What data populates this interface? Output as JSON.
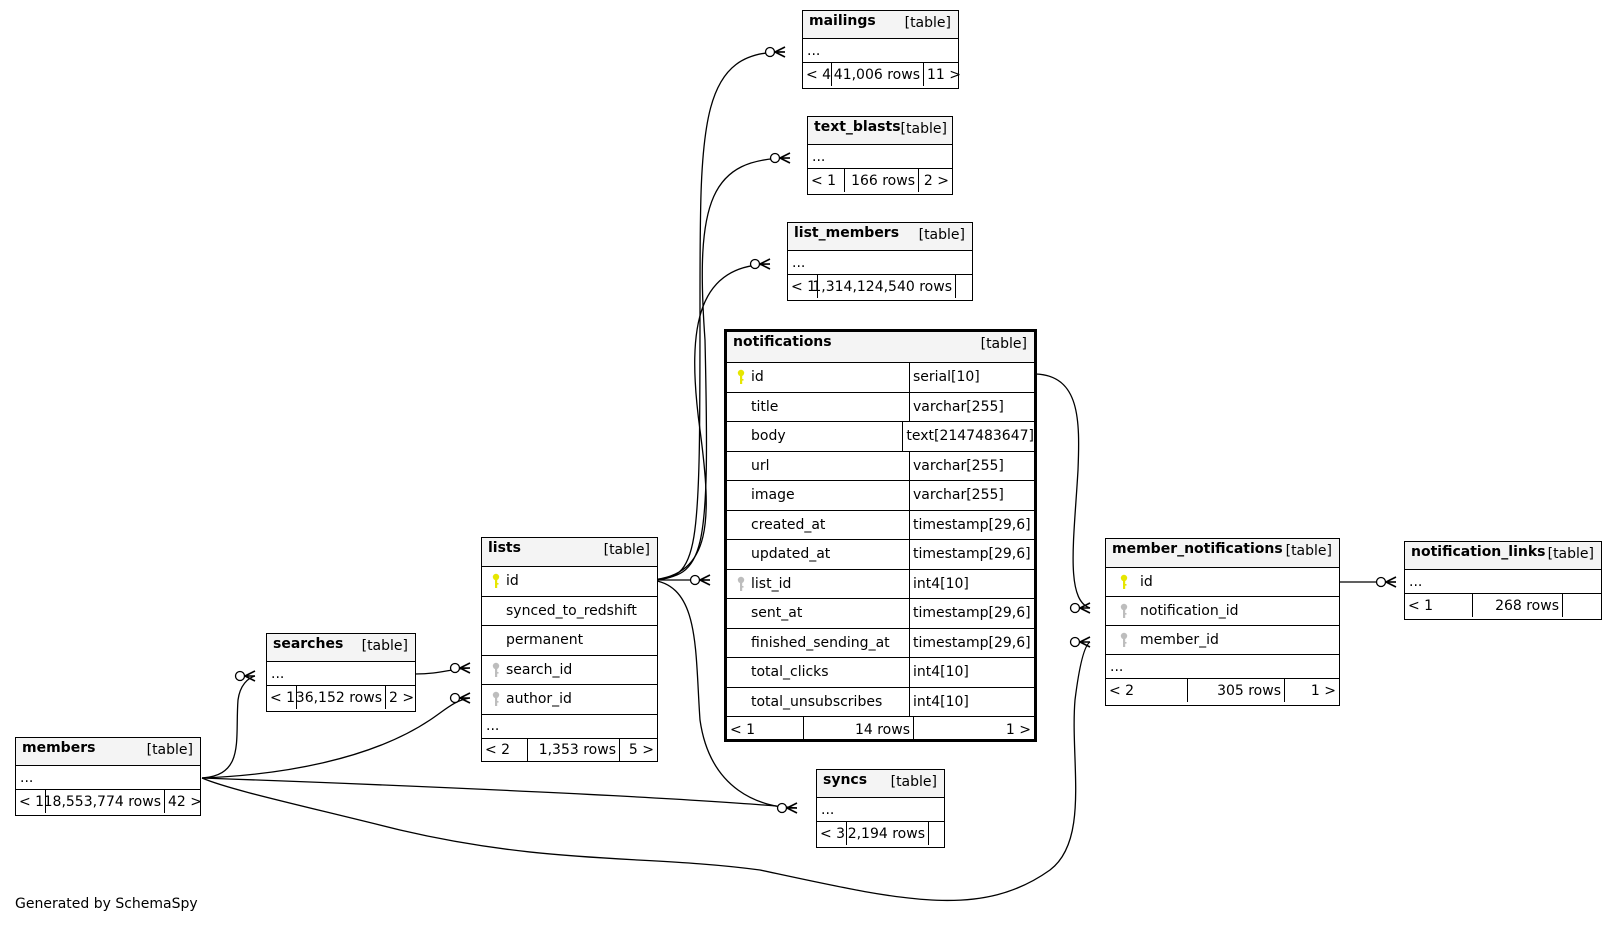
{
  "diagram": {
    "generator_note": "Generated by SchemaSpy",
    "kind_label": "[table]",
    "colors": {
      "primary_key": "#e6e600",
      "foreign_key": "#bdbdbd",
      "header_bg": "#f4f4f4",
      "line": "#000000"
    },
    "tables": {
      "mailings": {
        "name": "mailings",
        "ellipsis": "...",
        "parents": "< 4",
        "rows": "41,006 rows",
        "children": "11 >"
      },
      "text_blasts": {
        "name": "text_blasts",
        "ellipsis": "...",
        "parents": "< 1",
        "rows": "166 rows",
        "children": "2 >"
      },
      "list_members": {
        "name": "list_members",
        "ellipsis": "...",
        "parents": "< 1",
        "rows": "1,314,124,540 rows",
        "children": ""
      },
      "notifications": {
        "name": "notifications",
        "columns": [
          {
            "name": "id",
            "type": "serial[10]",
            "key": "primary-key"
          },
          {
            "name": "title",
            "type": "varchar[255]",
            "key": ""
          },
          {
            "name": "body",
            "type": "text[2147483647]",
            "key": ""
          },
          {
            "name": "url",
            "type": "varchar[255]",
            "key": ""
          },
          {
            "name": "image",
            "type": "varchar[255]",
            "key": ""
          },
          {
            "name": "created_at",
            "type": "timestamp[29,6]",
            "key": ""
          },
          {
            "name": "updated_at",
            "type": "timestamp[29,6]",
            "key": ""
          },
          {
            "name": "list_id",
            "type": "int4[10]",
            "key": "foreign-key"
          },
          {
            "name": "sent_at",
            "type": "timestamp[29,6]",
            "key": ""
          },
          {
            "name": "finished_sending_at",
            "type": "timestamp[29,6]",
            "key": ""
          },
          {
            "name": "total_clicks",
            "type": "int4[10]",
            "key": ""
          },
          {
            "name": "total_unsubscribes",
            "type": "int4[10]",
            "key": ""
          }
        ],
        "parents": "< 1",
        "rows": "14 rows",
        "children": "1 >"
      },
      "lists": {
        "name": "lists",
        "columns": [
          {
            "name": "id",
            "key": "primary-key"
          },
          {
            "name": "synced_to_redshift",
            "key": ""
          },
          {
            "name": "permanent",
            "key": ""
          },
          {
            "name": "search_id",
            "key": "foreign-key"
          },
          {
            "name": "author_id",
            "key": "foreign-key"
          }
        ],
        "ellipsis": "...",
        "parents": "< 2",
        "rows": "1,353 rows",
        "children": "5 >"
      },
      "searches": {
        "name": "searches",
        "ellipsis": "...",
        "parents": "< 1",
        "rows": "36,152 rows",
        "children": "2 >"
      },
      "members": {
        "name": "members",
        "ellipsis": "...",
        "parents": "< 1",
        "rows": "18,553,774 rows",
        "children": "42 >"
      },
      "syncs": {
        "name": "syncs",
        "ellipsis": "...",
        "parents": "< 3",
        "rows": "2,194 rows",
        "children": ""
      },
      "member_notifications": {
        "name": "member_notifications",
        "columns": [
          {
            "name": "id",
            "key": "primary-key"
          },
          {
            "name": "notification_id",
            "key": "foreign-key"
          },
          {
            "name": "member_id",
            "key": "foreign-key"
          }
        ],
        "ellipsis": "...",
        "parents": "< 2",
        "rows": "305 rows",
        "children": "1 >"
      },
      "notification_links": {
        "name": "notification_links",
        "ellipsis": "...",
        "parents": "< 1",
        "rows": "268 rows",
        "children": ""
      }
    },
    "relationships": [
      {
        "from": "lists.id",
        "to": "mailings",
        "cardinality": "zero-or-many"
      },
      {
        "from": "lists.id",
        "to": "text_blasts",
        "cardinality": "zero-or-many"
      },
      {
        "from": "lists.id",
        "to": "list_members",
        "cardinality": "zero-or-many"
      },
      {
        "from": "lists.id",
        "to": "notifications.list_id",
        "cardinality": "zero-or-many"
      },
      {
        "from": "lists.id",
        "to": "syncs",
        "cardinality": "zero-or-many"
      },
      {
        "from": "searches",
        "to": "lists.search_id",
        "cardinality": "zero-or-many"
      },
      {
        "from": "members",
        "to": "lists.author_id",
        "cardinality": "zero-or-many"
      },
      {
        "from": "members",
        "to": "searches",
        "cardinality": "zero-or-many"
      },
      {
        "from": "members",
        "to": "syncs",
        "cardinality": "zero-or-many"
      },
      {
        "from": "members",
        "to": "member_notifications.member_id",
        "cardinality": "zero-or-many"
      },
      {
        "from": "notifications.id",
        "to": "member_notifications.notification_id",
        "cardinality": "zero-or-many"
      },
      {
        "from": "member_notifications",
        "to": "notification_links",
        "cardinality": "zero-or-many"
      }
    ]
  }
}
